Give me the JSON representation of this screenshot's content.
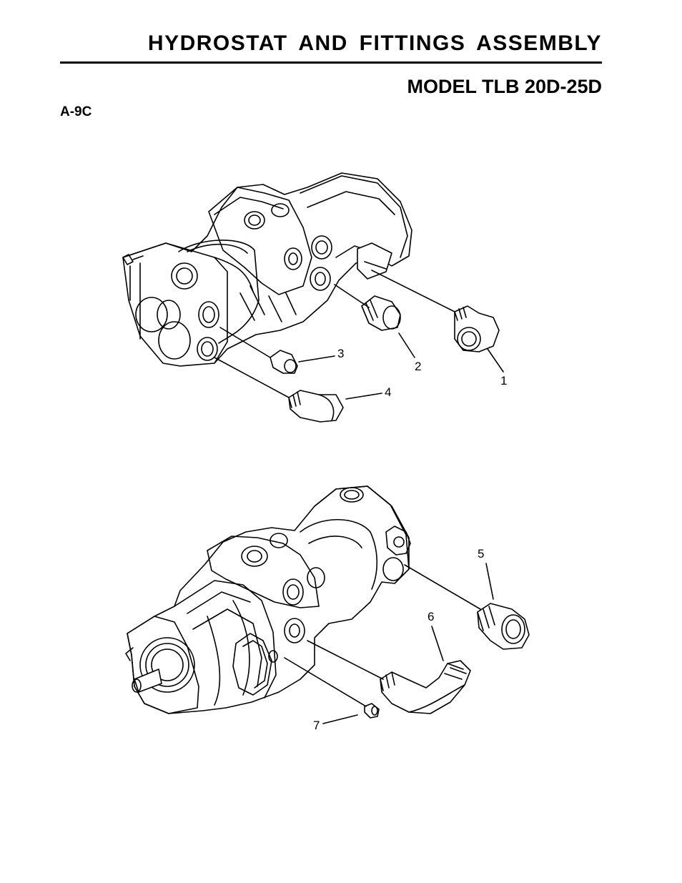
{
  "header": {
    "title": "HYDROSTAT AND FITTINGS ASSEMBLY",
    "model": "MODEL TLB 20D-25D",
    "figure_id": "A-9C"
  },
  "callouts": {
    "c1": "1",
    "c2": "2",
    "c3": "3",
    "c4": "4",
    "c5": "5",
    "c6": "6",
    "c7": "7"
  }
}
